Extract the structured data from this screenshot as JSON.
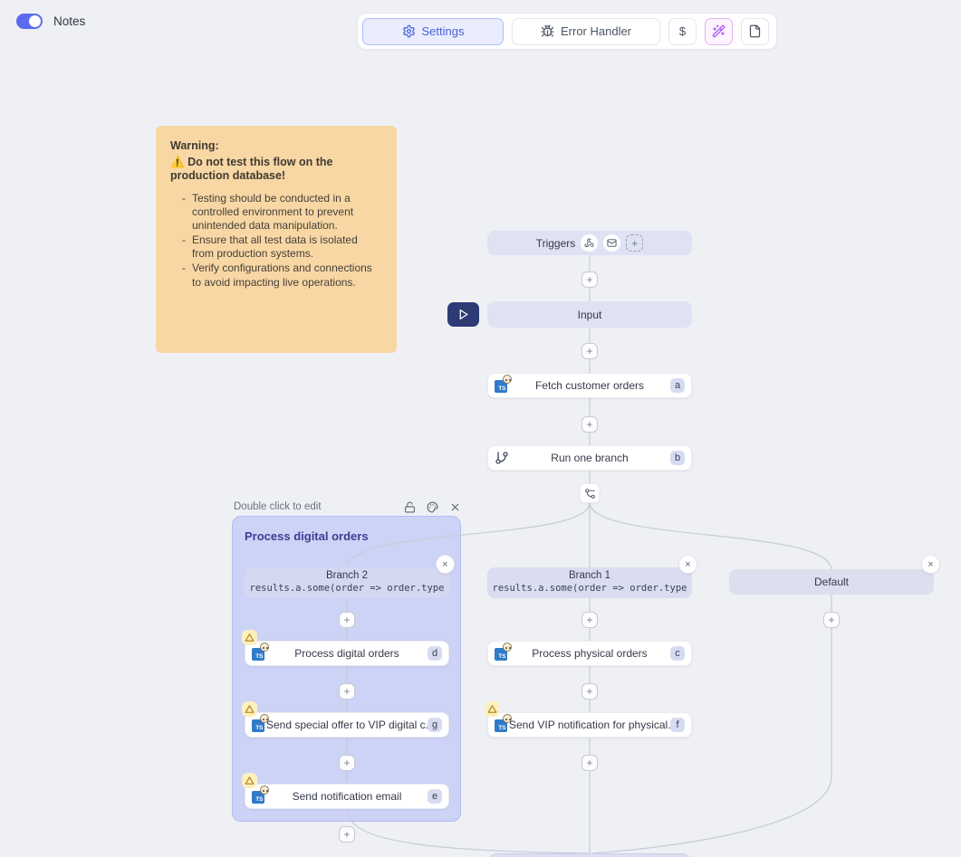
{
  "ui": {
    "plus": "+",
    "close": "×",
    "ts": "TS"
  },
  "topbar": {
    "notes_label": "Notes",
    "settings": "Settings",
    "error_handler": "Error Handler",
    "dollar": "$"
  },
  "note": {
    "title": "Warning:",
    "alert_emoji": "⚠️",
    "alert": "Do not test this flow on the production database!",
    "bullets": [
      "Testing should be conducted in a controlled environment to prevent unintended data manipulation.",
      "Ensure that all test data is isolated from production systems.",
      "Verify configurations and connections to avoid impacting live operations."
    ]
  },
  "flow": {
    "triggers": {
      "label": "Triggers"
    },
    "input": {
      "label": "Input"
    },
    "fetch": {
      "label": "Fetch customer orders",
      "badge": "a"
    },
    "run_one_branch": {
      "label": "Run one branch",
      "badge": "b"
    },
    "group": {
      "hint": "Double click to edit",
      "title": "Process digital orders"
    },
    "branch2": {
      "label": "Branch 2",
      "expr": "results.a.some(order => order.type"
    },
    "branch1": {
      "label": "Branch 1",
      "expr": "results.a.some(order => order.type"
    },
    "default_branch": {
      "label": "Default"
    },
    "process_digital": {
      "label": "Process digital orders",
      "badge": "d"
    },
    "send_special_offer": {
      "label": "Send special offer to VIP digital c...",
      "badge": "g"
    },
    "send_notification": {
      "label": "Send notification email",
      "badge": "e"
    },
    "process_physical": {
      "label": "Process physical orders",
      "badge": "c"
    },
    "send_vip_notification": {
      "label": "Send VIP notification for physical...",
      "badge": "f"
    }
  },
  "colors": {
    "accent": "#5b6bf0",
    "settings_active": "#4c61d8",
    "note_bg": "#f8d7a4",
    "group_bg": "#ccd3f6",
    "lavender_node": "#dee2f3",
    "edge": "#c8cbd6",
    "warning_badge_bg": "#fcf0c0",
    "typescript_blue": "#2f7bc8",
    "play_button_bg": "#2d3a74",
    "wand_purple": "#a855f7"
  }
}
